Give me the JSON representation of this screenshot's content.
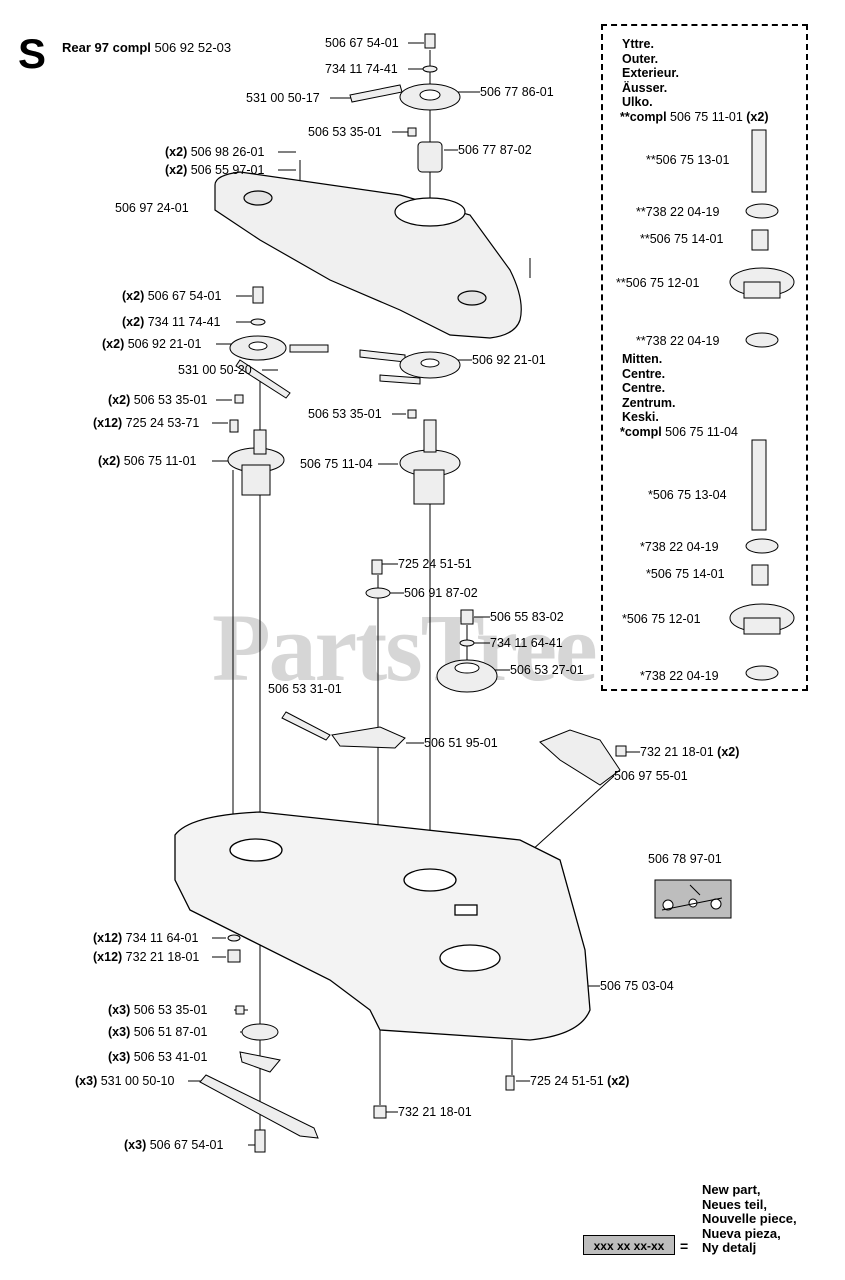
{
  "header": {
    "section_letter": "S",
    "title_bold": "Rear 97  compl",
    "title_rest": " 506 92 52-03"
  },
  "watermark": "PartsTree",
  "parts": {
    "p01": {
      "qty": "",
      "num": "506 67 54-01"
    },
    "p02": {
      "qty": "",
      "num": "734 11 74-41"
    },
    "p03": {
      "qty": "",
      "num": "531 00 50-17"
    },
    "p04": {
      "qty": "",
      "num": "506 77 86-01"
    },
    "p05": {
      "qty": "",
      "num": "506 53 35-01"
    },
    "p06": {
      "qty": "",
      "num": "506 77 87-02"
    },
    "p07": {
      "qty": "(x2)",
      "num": "506 98 26-01"
    },
    "p08": {
      "qty": "(x2)",
      "num": "506 55 97-01"
    },
    "p09": {
      "qty": "",
      "num": "506 97 24-01"
    },
    "p10": {
      "qty": "(x2)",
      "num": "506 67 54-01"
    },
    "p11": {
      "qty": "(x2)",
      "num": "734 11 74-41"
    },
    "p12": {
      "qty": "(x2)",
      "num": "506 92 21-01"
    },
    "p13": {
      "qty": "",
      "num": "506 92 21-01"
    },
    "p14": {
      "qty": "",
      "num": "531 00 50-20"
    },
    "p15": {
      "qty": "(x2)",
      "num": "506 53 35-01"
    },
    "p16": {
      "qty": "",
      "num": "506 53 35-01"
    },
    "p17": {
      "qty": "(x12)",
      "num": "725 24 53-71"
    },
    "p18": {
      "qty": "(x2)",
      "num": "506 75 11-01"
    },
    "p19": {
      "qty": "",
      "num": "506 75 11-04"
    },
    "p20": {
      "qty": "",
      "num": "725 24 51-51"
    },
    "p21": {
      "qty": "",
      "num": "506 91 87-02"
    },
    "p22": {
      "qty": "",
      "num": "506 55 83-02"
    },
    "p23": {
      "qty": "",
      "num": "734 11 64-41"
    },
    "p24": {
      "qty": "",
      "num": "506 53 27-01"
    },
    "p25": {
      "qty": "",
      "num": "506 53 31-01"
    },
    "p26": {
      "qty": "",
      "num": "506 51 95-01"
    },
    "p27": {
      "qty": "(x2)",
      "num": "732 21 18-01"
    },
    "p28": {
      "qty": "",
      "num": "506 97 55-01"
    },
    "p29": {
      "qty": "",
      "num": "506 78 97-01"
    },
    "p30": {
      "qty": "",
      "num": "506 75 03-04"
    },
    "p31": {
      "qty": "(x12)",
      "num": "734 11 64-01"
    },
    "p32": {
      "qty": "(x12)",
      "num": "732 21 18-01"
    },
    "p33": {
      "qty": "(x3)",
      "num": "506 53 35-01"
    },
    "p34": {
      "qty": "(x3)",
      "num": "506 51 87-01"
    },
    "p35": {
      "qty": "(x3)",
      "num": "506 53 41-01"
    },
    "p36": {
      "qty": "(x3)",
      "num": "531 00 50-10"
    },
    "p37": {
      "qty": "",
      "num": "732 21 18-01"
    },
    "p38": {
      "qty": "(x2)",
      "num": "725 24 51-51"
    },
    "p39": {
      "qty": "(x3)",
      "num": "506 67 54-01"
    }
  },
  "inset": {
    "outer_heading": [
      "Yttre.",
      "Outer.",
      "Exterieur.",
      "Äusser.",
      "Ulko."
    ],
    "outer_compl_bold": "**compl",
    "outer_compl_num": " 506 75 11-01 ",
    "outer_compl_qty": "(x2)",
    "outer_parts": [
      "**506 75 13-01",
      "**738 22 04-19",
      "**506 75 14-01",
      "**506 75 12-01",
      "**738 22 04-19"
    ],
    "centre_heading": [
      "Mitten.",
      "Centre.",
      "Centre.",
      "Zentrum.",
      "Keski."
    ],
    "centre_compl_bold": "*compl",
    "centre_compl_num": " 506 75 11-04",
    "centre_parts": [
      "*506 75 13-04",
      "*738 22 04-19",
      "*506 75 14-01",
      "*506 75 12-01",
      "*738 22 04-19"
    ]
  },
  "legend": {
    "lines": [
      "New part,",
      "Neues teil,",
      "Nouvelle piece,",
      "Nueva pieza,",
      "Ny detalj"
    ],
    "box_text": "xxx xx xx-xx",
    "equals": "="
  }
}
